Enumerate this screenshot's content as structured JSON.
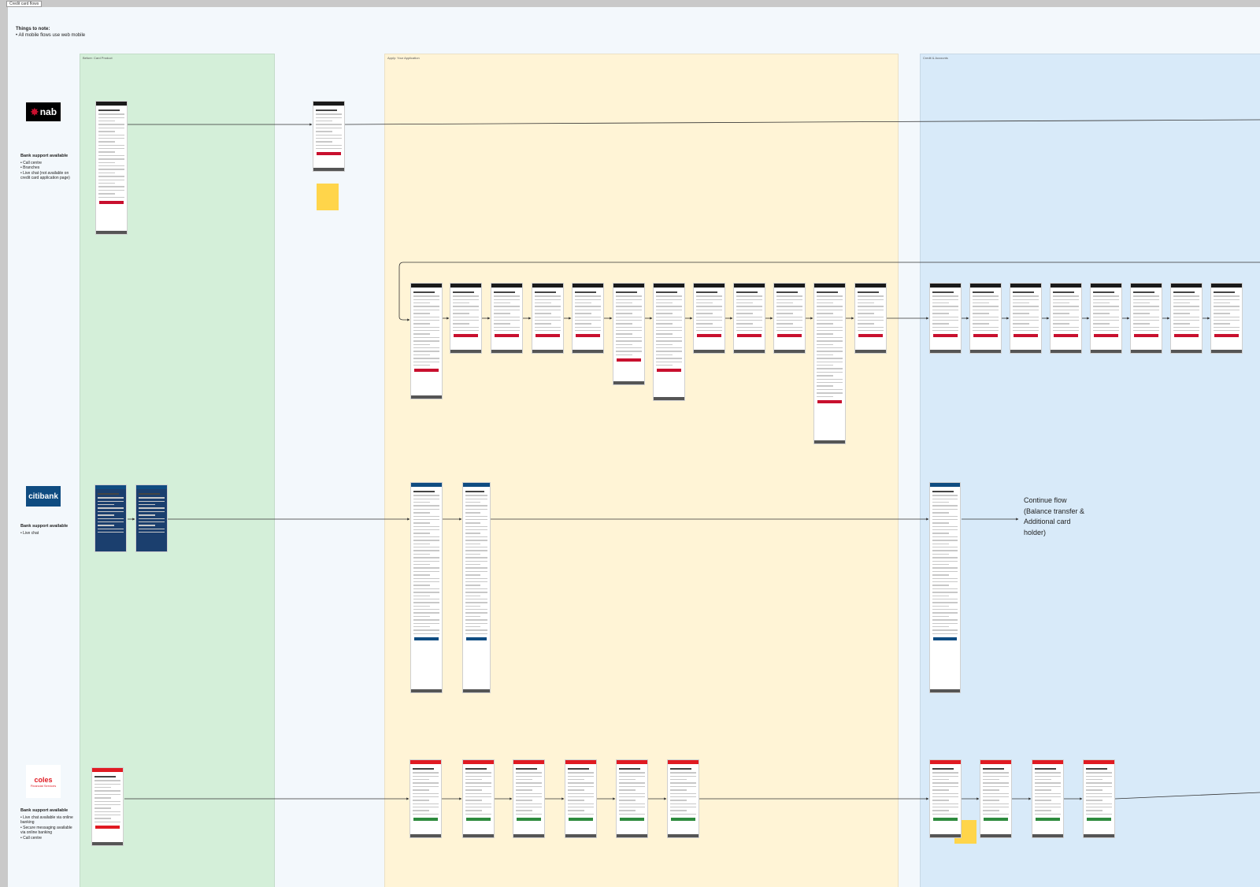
{
  "frame_title": "Credit card flows",
  "notes": {
    "heading": "Things to note:",
    "items": [
      "All mobile flows use web mobile"
    ]
  },
  "sections": [
    {
      "key": "before",
      "label": "Before: Card Product",
      "color": "#d4efd9"
    },
    {
      "key": "apply",
      "label": "Apply: Your Application",
      "color": "#fff4d6"
    },
    {
      "key": "after",
      "label": "Credit & Accounts",
      "color": "#d8eaf9"
    }
  ],
  "banks": [
    {
      "key": "nab",
      "logo_text": "nab",
      "support_heading": "Bank support available",
      "support_items": [
        "Call centre",
        "Branches",
        "Live chat (not available on credit card application page)"
      ]
    },
    {
      "key": "citibank",
      "logo_text": "citibank",
      "support_heading": "Bank support available",
      "support_items": [
        "Live chat"
      ]
    },
    {
      "key": "coles",
      "logo_text": "coles",
      "logo_subtext": "Financial Services",
      "support_heading": "Bank support available",
      "support_items": [
        "Live chat available via online banking",
        "Secure messaging available via online banking",
        "Call centre"
      ]
    }
  ],
  "continue_note": "Continue flow (Balance transfer & Additional card holder)",
  "colors": {
    "nab_red": "#c8102e",
    "citi_blue": "#0f4c81",
    "coles_red": "#e01a22",
    "sticky_yellow": "#ffd54a"
  }
}
